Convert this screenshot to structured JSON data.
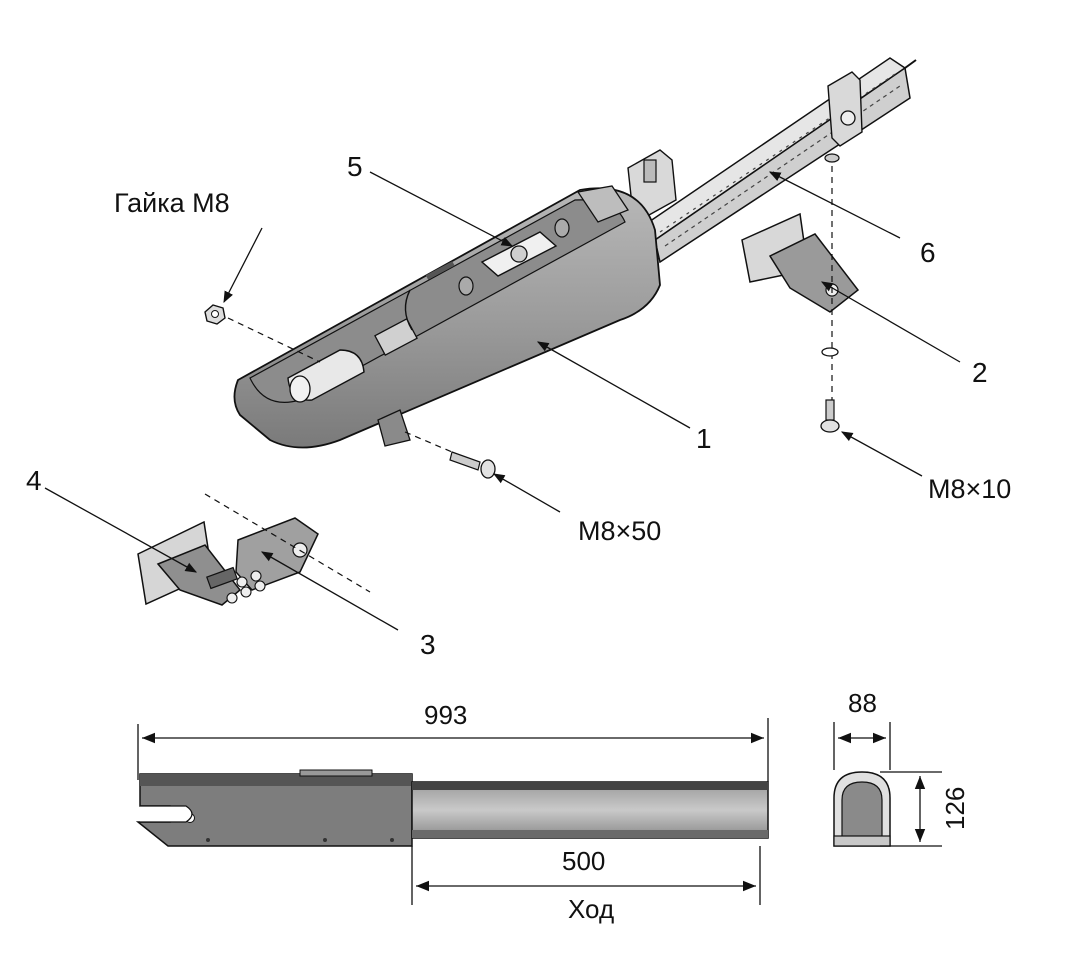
{
  "callouts": {
    "c1": "1",
    "c2": "2",
    "c3": "3",
    "c4": "4",
    "c5": "5",
    "c6": "6",
    "nut": "Гайка М8",
    "bolt_m8x50": "M8×50",
    "bolt_m8x10": "M8×10"
  },
  "dimensions": {
    "total_length": "993",
    "stroke_length": "500",
    "stroke_label": "Ход",
    "width": "88",
    "height": "126"
  },
  "colors": {
    "housing": "#9a9a9a",
    "housing_dark": "#6e6e6e",
    "rail": "#d8d8d8",
    "line": "#111111"
  }
}
